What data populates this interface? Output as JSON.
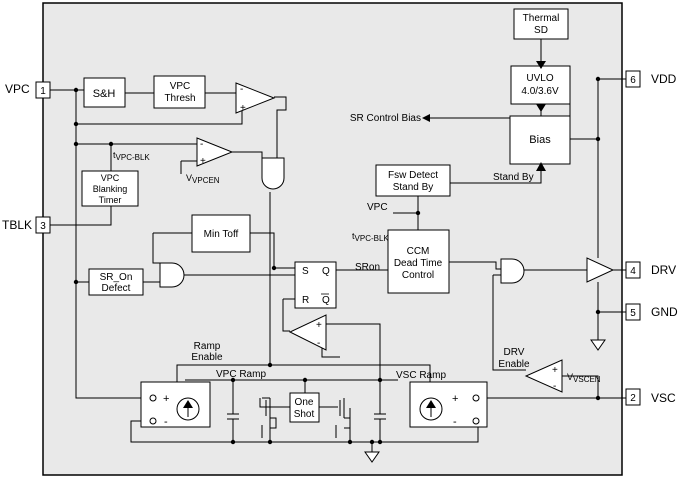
{
  "pins": {
    "vpc": {
      "name": "VPC",
      "num": "1"
    },
    "tblk": {
      "name": "TBLK",
      "num": "3"
    },
    "vdd": {
      "name": "VDD",
      "num": "6"
    },
    "drv": {
      "name": "DRV",
      "num": "4"
    },
    "gnd": {
      "name": "GND",
      "num": "5"
    },
    "vsc": {
      "name": "VSC",
      "num": "2"
    }
  },
  "blocks": {
    "sh": "S&H",
    "vpc_thresh": [
      "VPC",
      "Thresh"
    ],
    "thermal_sd": [
      "Thermal",
      "SD"
    ],
    "uvlo": [
      "UVLO",
      "4.0/3.6V"
    ],
    "bias": "Bias",
    "vpc_blanking": [
      "VPC",
      "Blanking",
      "Timer"
    ],
    "fsw_detect": [
      "Fsw Detect",
      "Stand By"
    ],
    "min_toff": "Min Toff",
    "ccm": [
      "CCM",
      "Dead Time",
      "Control"
    ],
    "sr_on_defect": [
      "SR_On",
      "Defect"
    ],
    "one_shot": [
      "One",
      "Shot"
    ]
  },
  "latch": {
    "s": "S",
    "q": "Q",
    "r": "R",
    "qbar": "Q"
  },
  "labels": {
    "sr_control_bias": "SR Control Bias",
    "stand_by": "Stand By",
    "vpc_in": "VPC",
    "t_main": "t",
    "t_sub": "VPC-BLK",
    "v_main": "V",
    "vpcen_sub": "VPCEN",
    "vscen_sub": "VSCEN",
    "sron": "SRon",
    "ramp_enable": [
      "Ramp",
      "Enable"
    ],
    "drv_enable": [
      "DRV",
      "Enable"
    ],
    "vpc_ramp": "VPC Ramp",
    "vsc_ramp": "VSC Ramp",
    "plus": "+",
    "minus": "-"
  }
}
